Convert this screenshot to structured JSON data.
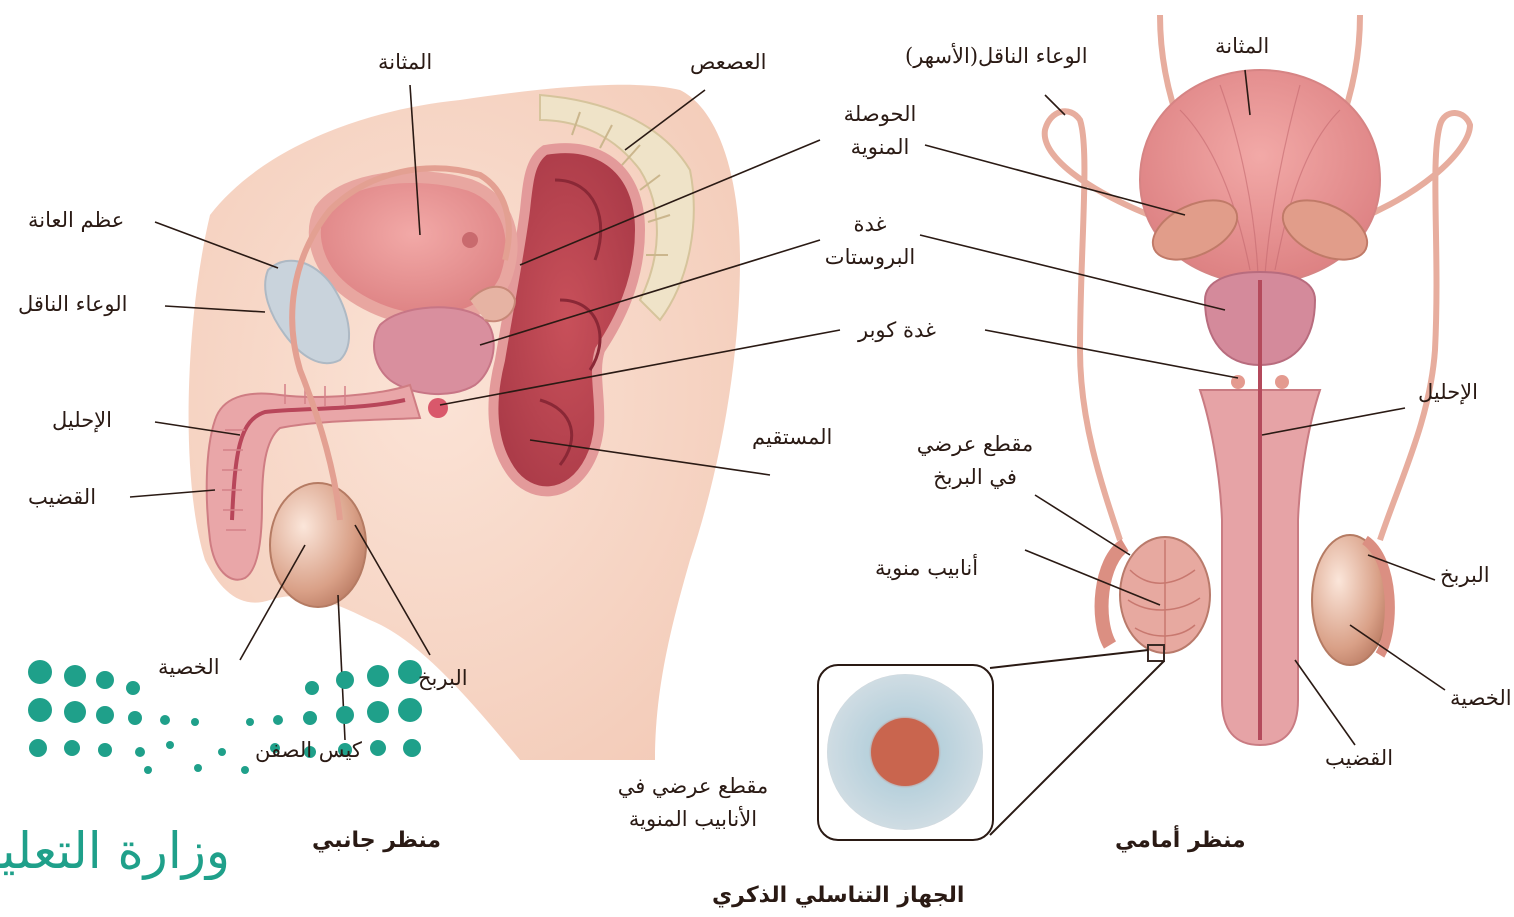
{
  "figure": {
    "title": "الجهاز التناسلي الذكري",
    "side_view": {
      "caption": "منظر جانبي",
      "labels": {
        "bladder": "المثانة",
        "coccyx": "العصعص",
        "seminal_vesicle": "الحوصلة المنوية",
        "prostate": "غدة البروستات",
        "cowper": "غدة كوبر",
        "rectum": "المستقيم",
        "pubic_bone": "عظم العانة",
        "vas_deferens": "الوعاء الناقل",
        "urethra": "الإحليل",
        "penis": "القضيب",
        "testis": "الخصية",
        "epididymis": "البربخ",
        "scrotum": "كيس الصفن"
      }
    },
    "front_view": {
      "caption": "منظر أمامي",
      "labels": {
        "vas_deferens": "الوعاء الناقل(الأسهر)",
        "bladder": "المثانة",
        "urethra": "الإحليل",
        "epididymis_section": "مقطع عرضي في البربخ",
        "seminiferous_tubules": "أنابيب منوية",
        "epididymis": "البربخ",
        "testis": "الخصية",
        "penis": "القضيب",
        "tubule_section": "مقطع عرضي في الأنابيب المنوية"
      }
    },
    "watermark": {
      "text": "وزارة التعليم",
      "color": "#1fa08a"
    }
  }
}
